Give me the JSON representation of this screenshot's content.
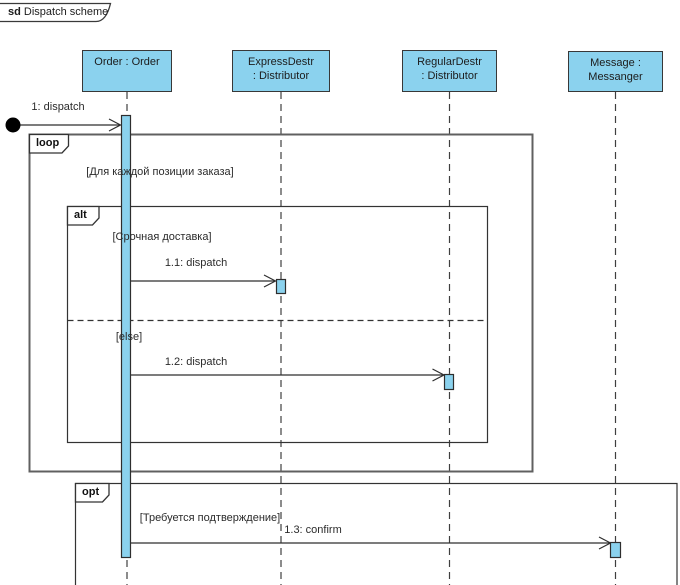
{
  "frame": {
    "keyword": "sd",
    "title": "Dispatch scheme"
  },
  "lifelines": [
    {
      "line1": "Order : Order",
      "line2": ""
    },
    {
      "line1": "ExpressDestr",
      "line2": ": Distributor"
    },
    {
      "line1": "RegularDestr",
      "line2": ": Distributor"
    },
    {
      "line1": "Message :",
      "line2": "Messanger"
    }
  ],
  "fragments": [
    {
      "keyword": "loop",
      "guard": "[Для каждой позиции заказа]"
    },
    {
      "keyword": "alt",
      "guard": "[Срочная доставка]",
      "else_guard": "[else]"
    },
    {
      "keyword": "opt",
      "guard": "[Требуется подтверждение]"
    }
  ],
  "messages": [
    {
      "label": "1: dispatch"
    },
    {
      "label": "1.1: dispatch"
    },
    {
      "label": "1.2: dispatch"
    },
    {
      "label": "1.3: confirm"
    }
  ],
  "colors": {
    "element_fill": "#8BD2EE",
    "element_border": "#383838",
    "line": "#2F2F2F",
    "loop_border": "#606060"
  },
  "icons": {
    "found_message": "filled-circle"
  }
}
